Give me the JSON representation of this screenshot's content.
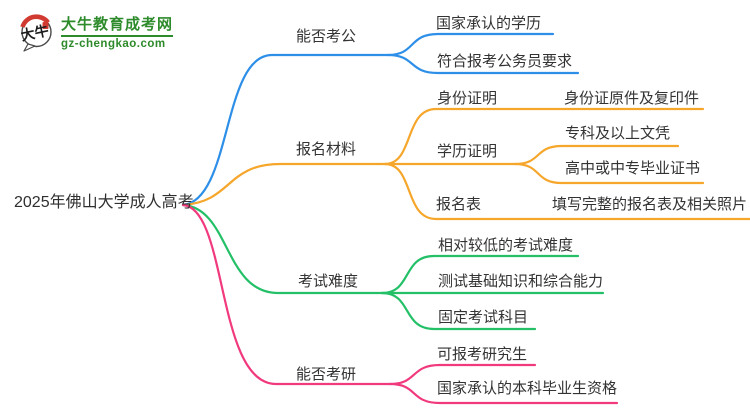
{
  "logo": {
    "brand": "大牛教育成考网",
    "domain": "gz-chengkao.com",
    "icon_text": "大牛"
  },
  "root": {
    "label": "2025年佛山大学成人高考"
  },
  "branches": [
    {
      "label": "能否考公",
      "color": "#2d8fe8",
      "children": [
        {
          "label": "国家承认的学历"
        },
        {
          "label": "符合报考公务员要求"
        }
      ]
    },
    {
      "label": "报名材料",
      "color": "#f5a62b",
      "children": [
        {
          "label": "身份证明",
          "children": [
            {
              "label": "身份证原件及复印件"
            }
          ]
        },
        {
          "label": "学历证明",
          "children": [
            {
              "label": "专科及以上文凭"
            },
            {
              "label": "高中或中专毕业证书"
            }
          ]
        },
        {
          "label": "报名表",
          "children": [
            {
              "label": "填写完整的报名表及相关照片"
            }
          ]
        }
      ]
    },
    {
      "label": "考试难度",
      "color": "#24c068",
      "children": [
        {
          "label": "相对较低的考试难度"
        },
        {
          "label": "测试基础知识和综合能力"
        },
        {
          "label": "固定考试科目"
        }
      ]
    },
    {
      "label": "能否考研",
      "color": "#f13a7e",
      "children": [
        {
          "label": "可报考研究生"
        },
        {
          "label": "国家承认的本科毕业生资格"
        }
      ]
    }
  ],
  "colors": {
    "blue": "#2d8fe8",
    "orange": "#f5a62b",
    "green": "#24c068",
    "pink": "#f13a7e",
    "brand_green": "#2e8b2b",
    "brand_red": "#d03a30",
    "text": "#333333"
  }
}
